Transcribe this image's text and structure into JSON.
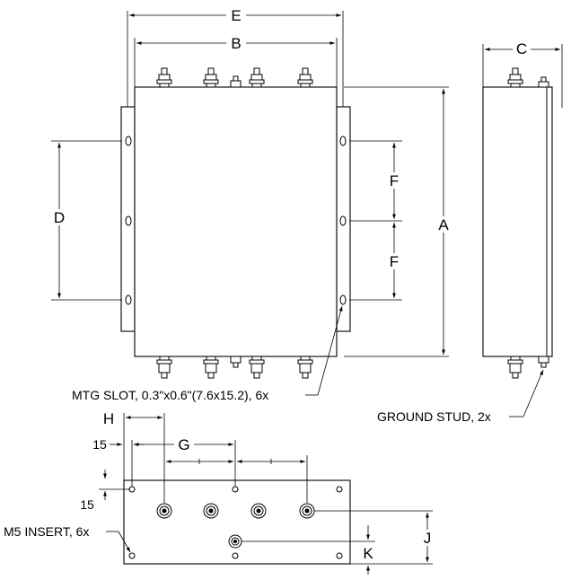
{
  "dimensions": {
    "A": "A",
    "B": "B",
    "C": "C",
    "D": "D",
    "E": "E",
    "F_upper": "F",
    "F_lower": "F",
    "G": "G",
    "H": "H",
    "J": "J",
    "K": "K",
    "fifteen_horizontal": "15",
    "fifteen_vertical": "15"
  },
  "callouts": {
    "mtg_slot": "MTG SLOT, 0.3\"x0.6\"(7.6x15.2), 6x",
    "ground_stud": "GROUND STUD, 2x",
    "m5_insert": "M5 INSERT, 6x"
  }
}
